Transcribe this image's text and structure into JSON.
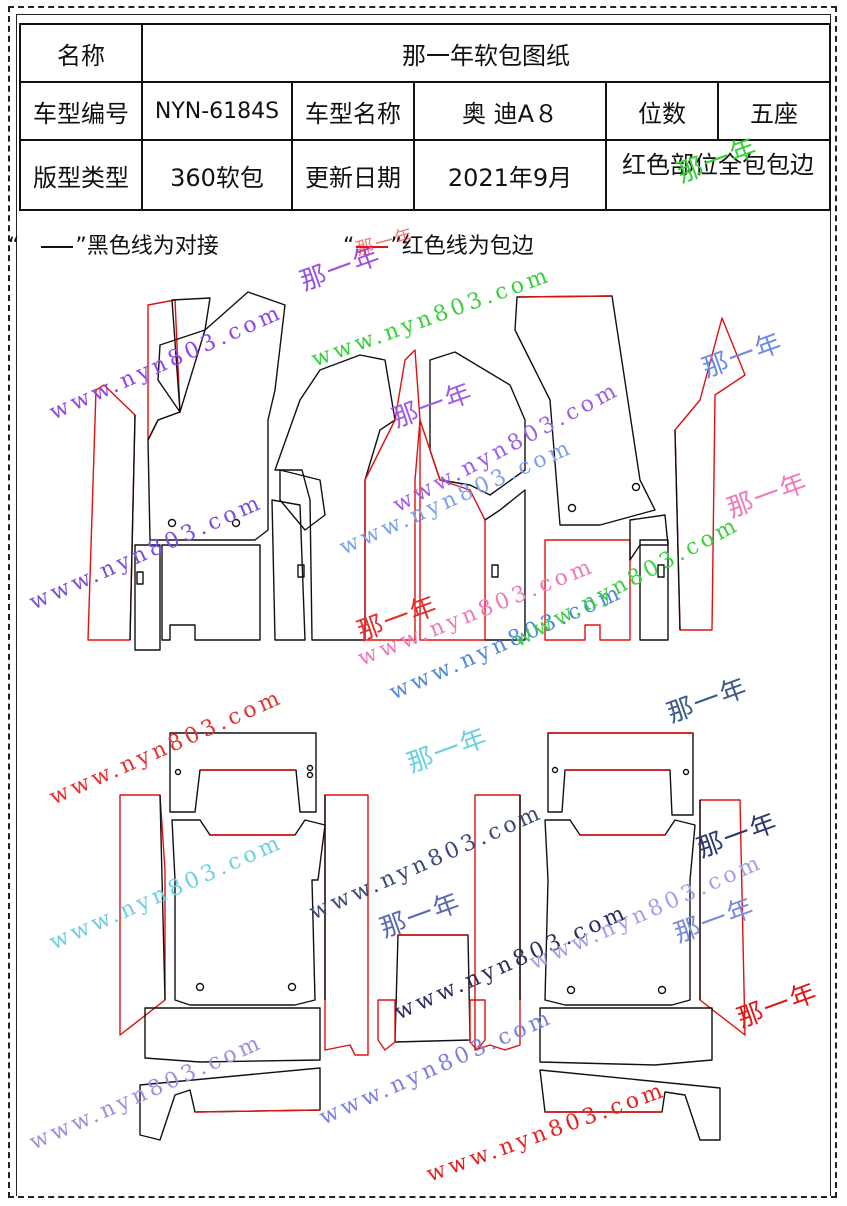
{
  "table": {
    "name_label": "名称",
    "name_value": "那一年软包图纸",
    "model_no_label": "车型编号",
    "model_no_value": "NYN-6184S",
    "model_name_label": "车型名称",
    "model_name_value": "奥 迪A８",
    "position_label": "位数",
    "position_value": "五座",
    "type_label": "版型类型",
    "type_value": "360软包",
    "update_label": "更新日期",
    "update_value": "2021年9月",
    "red_note": "红色部位全包包边"
  },
  "legend": {
    "black_open": "“",
    "black_text": "”黑色线为对接",
    "red_open": "“",
    "red_text": "”红色线为包边"
  },
  "colors": {
    "black_line": "#111111",
    "red_line": "#e01010"
  },
  "watermarks": {
    "url": "www.nyn803.com",
    "brand": "那一年",
    "items": [
      {
        "kind": "url",
        "color": "#8e44f0"
      },
      {
        "kind": "url",
        "color": "#35d135"
      },
      {
        "kind": "url",
        "color": "#7a4fe0"
      },
      {
        "kind": "url",
        "color": "#9b5fe8"
      },
      {
        "kind": "url",
        "color": "#7da0e8"
      },
      {
        "kind": "url",
        "color": "#4e88e0"
      },
      {
        "kind": "url",
        "color": "#f07ab8"
      },
      {
        "kind": "url",
        "color": "#e63030"
      },
      {
        "kind": "url",
        "color": "#6bd0e0"
      },
      {
        "kind": "url",
        "color": "#3a4a7a"
      },
      {
        "kind": "url",
        "color": "#2b2e5e"
      },
      {
        "kind": "url",
        "color": "#9b8fe0"
      },
      {
        "kind": "url",
        "color": "#7a80e0"
      },
      {
        "kind": "url",
        "color": "#e62020"
      },
      {
        "kind": "url",
        "color": "#a2a0e8"
      },
      {
        "kind": "url",
        "color": "#3ad040"
      },
      {
        "kind": "brand",
        "color": "#9b50e0"
      },
      {
        "kind": "brand",
        "color": "#a05ae8"
      },
      {
        "kind": "brand",
        "color": "#6a8ae8"
      },
      {
        "kind": "brand",
        "color": "#f07ab8"
      },
      {
        "kind": "brand",
        "color": "#e03030"
      },
      {
        "kind": "brand",
        "color": "#6ad0e0"
      },
      {
        "kind": "brand",
        "color": "#3a5a8a"
      },
      {
        "kind": "brand",
        "color": "#2b3a6e"
      },
      {
        "kind": "brand",
        "color": "#5a6ab0"
      },
      {
        "kind": "brand",
        "color": "#7a8ae0"
      },
      {
        "kind": "brand",
        "color": "#e01818"
      },
      {
        "kind": "brand",
        "color": "#35d135"
      },
      {
        "kind": "brand",
        "color": "#e02020"
      }
    ]
  }
}
